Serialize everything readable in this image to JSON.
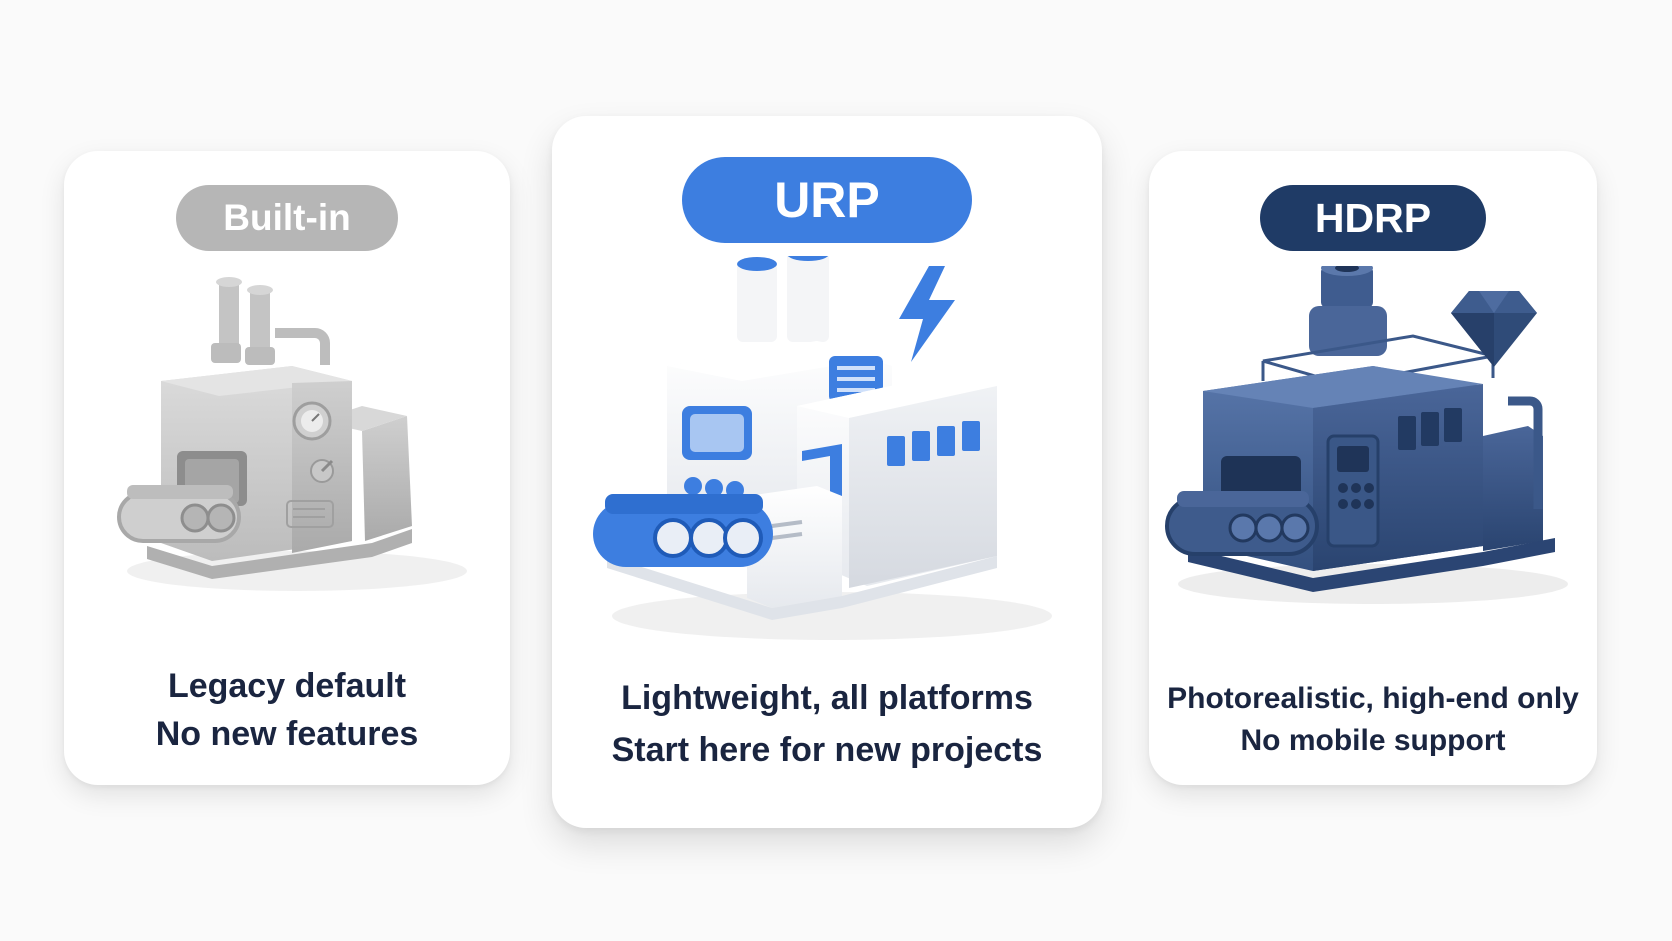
{
  "cards": [
    {
      "label": "Built-in",
      "lines": [
        "Legacy default",
        "No new features"
      ],
      "illustration": "gray-factory-icon",
      "accent": "#b6b6b6"
    },
    {
      "label": "URP",
      "lines": [
        "Lightweight, all platforms",
        "Start here for new projects"
      ],
      "illustration": "white-blue-factory-icon",
      "badge": "lightning-bolt-icon",
      "accent": "#3d7ee0"
    },
    {
      "label": "HDRP",
      "lines": [
        "Photorealistic, high-end only",
        "No mobile support"
      ],
      "illustration": "navy-factory-icon",
      "badge": "diamond-icon",
      "accent": "#1f3b66"
    }
  ]
}
